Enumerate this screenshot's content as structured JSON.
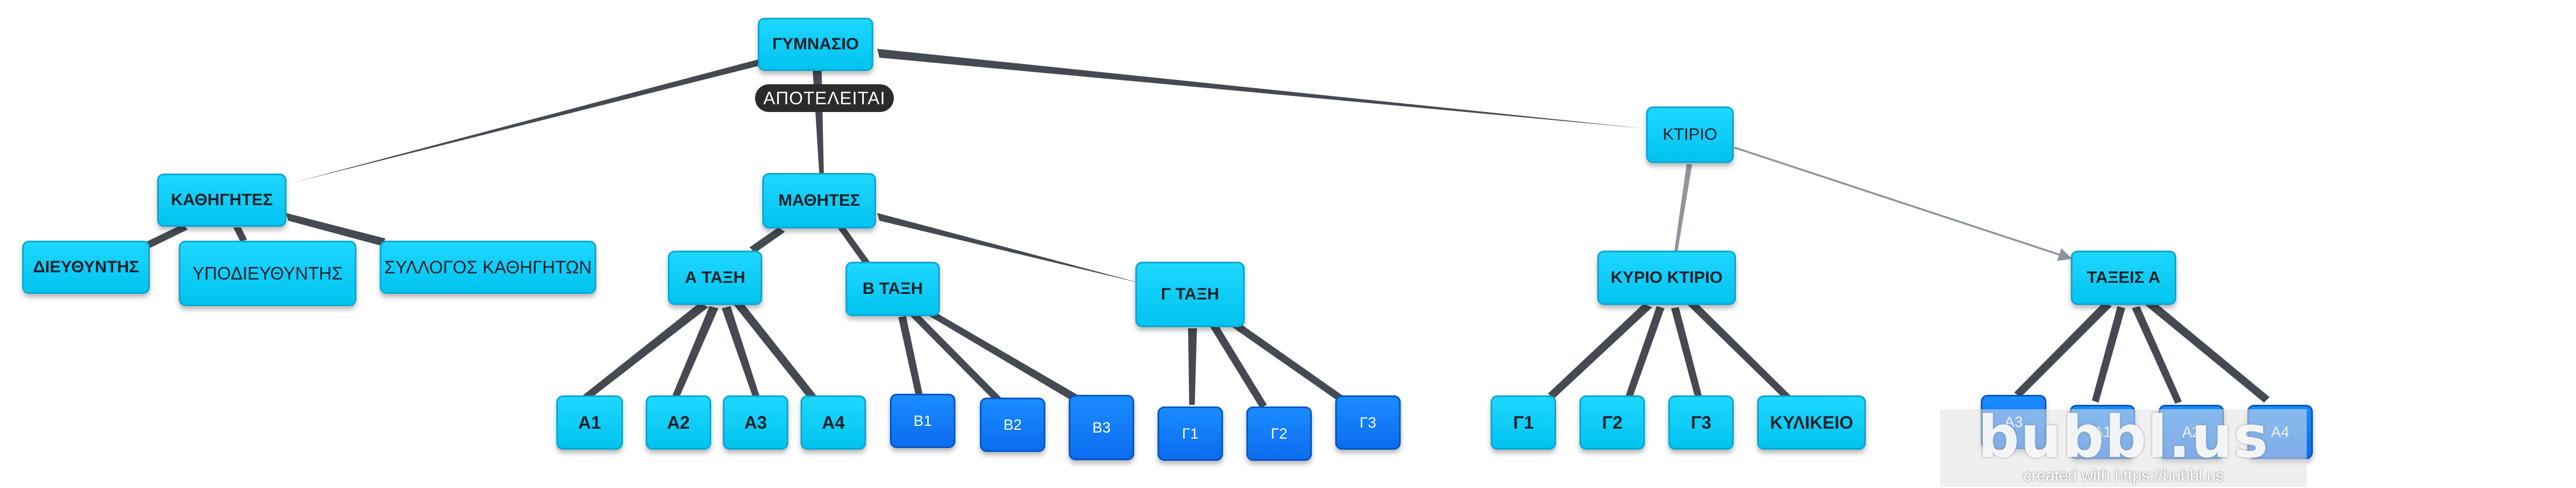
{
  "diagram": {
    "root": "ΓΥΜΝΑΣΙΟ",
    "relation_label": "ΑΠΟΤΕΛΕΙΤΑΙ",
    "teachers": {
      "label": "ΚΑΘΗΓΗΤΕΣ",
      "principal": "ΔΙΕΥΘΥΝΤΗΣ",
      "vice_principal": "ΥΠΟΔΙΕΥΘΥΝΤΗΣ",
      "teachers_council": "ΣΥΛΛΟΓΟΣ ΚΑΘΗΓΗΤΩΝ"
    },
    "students": {
      "label": "ΜΑΘΗΤΕΣ",
      "grade_a": {
        "label": "Α ΤΑΞΗ",
        "classes": [
          "Α1",
          "Α2",
          "Α3",
          "Α4"
        ]
      },
      "grade_b": {
        "label": "Β ΤΑΞΗ",
        "classes": [
          "Β1",
          "Β2",
          "Β3"
        ]
      },
      "grade_c": {
        "label": "Γ ΤΑΞΗ",
        "classes": [
          "Γ1",
          "Γ2",
          "Γ3"
        ]
      }
    },
    "building": {
      "label": "ΚΤΙΡΙΟ",
      "main_building": {
        "label": "ΚΥΡΙΟ ΚΤΙΡΙΟ",
        "rooms": [
          "Γ1",
          "Γ2",
          "Γ3",
          "ΚΥΛΙΚΕΙΟ"
        ]
      },
      "classrooms_a": {
        "label": "ΤΑΞΕΙΣ Α",
        "rooms": [
          "Α3",
          "Α1",
          "Α2",
          "Α4"
        ]
      }
    }
  },
  "watermark": {
    "logo": "bubbl.us",
    "subtitle": "created with https://bubbl.us"
  },
  "colors": {
    "node": "#00c8f2",
    "leaf": "#0b6cf0",
    "edge": "#454a52",
    "label_bg": "#2b2b2b"
  }
}
